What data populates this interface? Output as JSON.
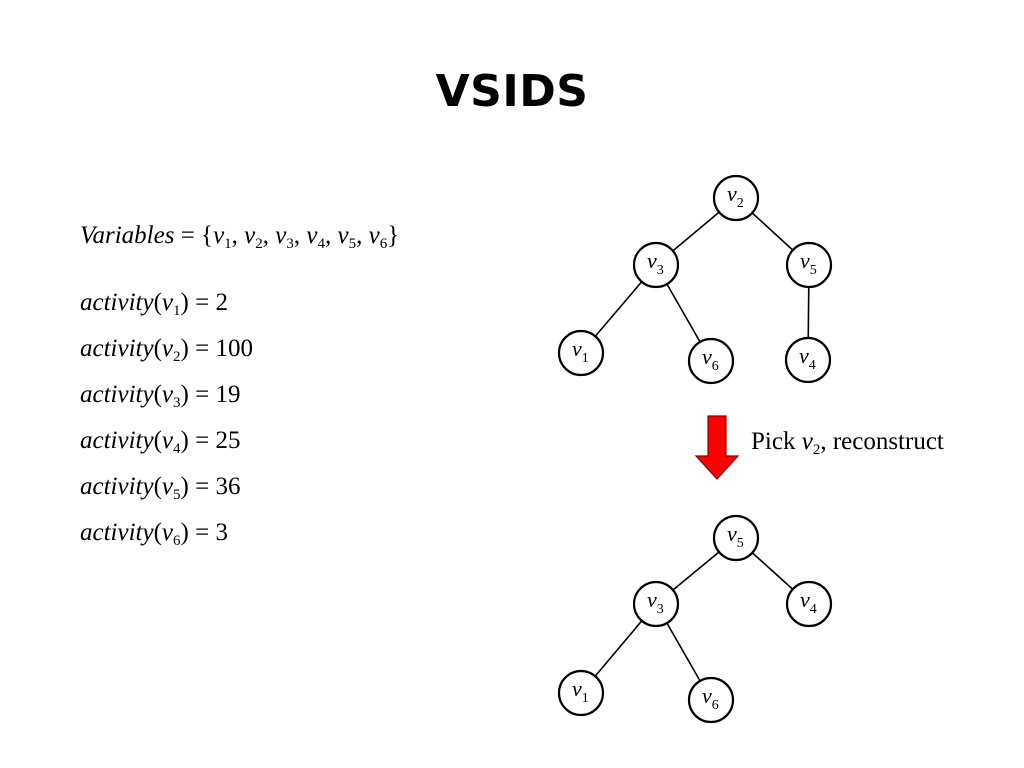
{
  "slide": {
    "title": "VSIDS",
    "variables": {
      "lhs": "Variables",
      "items": [
        {
          "name": "v",
          "sub": "1"
        },
        {
          "name": "v",
          "sub": "2"
        },
        {
          "name": "v",
          "sub": "3"
        },
        {
          "name": "v",
          "sub": "4"
        },
        {
          "name": "v",
          "sub": "5"
        },
        {
          "name": "v",
          "sub": "6"
        }
      ]
    },
    "activities": [
      {
        "fn": "activity",
        "var": "v",
        "sub": "1",
        "value": "2"
      },
      {
        "fn": "activity",
        "var": "v",
        "sub": "2",
        "value": "100"
      },
      {
        "fn": "activity",
        "var": "v",
        "sub": "3",
        "value": "19"
      },
      {
        "fn": "activity",
        "var": "v",
        "sub": "4",
        "value": "25"
      },
      {
        "fn": "activity",
        "var": "v",
        "sub": "5",
        "value": "36"
      },
      {
        "fn": "activity",
        "var": "v",
        "sub": "6",
        "value": "3"
      }
    ],
    "caption": {
      "prefix": "Pick ",
      "var": "v",
      "sub": "2",
      "suffix": ", reconstruct"
    },
    "colors": {
      "arrow": "#ff0000"
    },
    "tree_before": {
      "nodes": [
        {
          "id": "v2",
          "name": "v",
          "sub": "2"
        },
        {
          "id": "v3",
          "name": "v",
          "sub": "3"
        },
        {
          "id": "v5",
          "name": "v",
          "sub": "5"
        },
        {
          "id": "v1",
          "name": "v",
          "sub": "1"
        },
        {
          "id": "v6",
          "name": "v",
          "sub": "6"
        },
        {
          "id": "v4",
          "name": "v",
          "sub": "4"
        }
      ],
      "edges": [
        [
          "v2",
          "v3"
        ],
        [
          "v2",
          "v5"
        ],
        [
          "v3",
          "v1"
        ],
        [
          "v3",
          "v6"
        ],
        [
          "v5",
          "v4"
        ]
      ]
    },
    "tree_after": {
      "nodes": [
        {
          "id": "v5",
          "name": "v",
          "sub": "5"
        },
        {
          "id": "v3",
          "name": "v",
          "sub": "3"
        },
        {
          "id": "v4",
          "name": "v",
          "sub": "4"
        },
        {
          "id": "v1",
          "name": "v",
          "sub": "1"
        },
        {
          "id": "v6",
          "name": "v",
          "sub": "6"
        }
      ],
      "edges": [
        [
          "v5",
          "v3"
        ],
        [
          "v5",
          "v4"
        ],
        [
          "v3",
          "v1"
        ],
        [
          "v3",
          "v6"
        ]
      ]
    }
  }
}
